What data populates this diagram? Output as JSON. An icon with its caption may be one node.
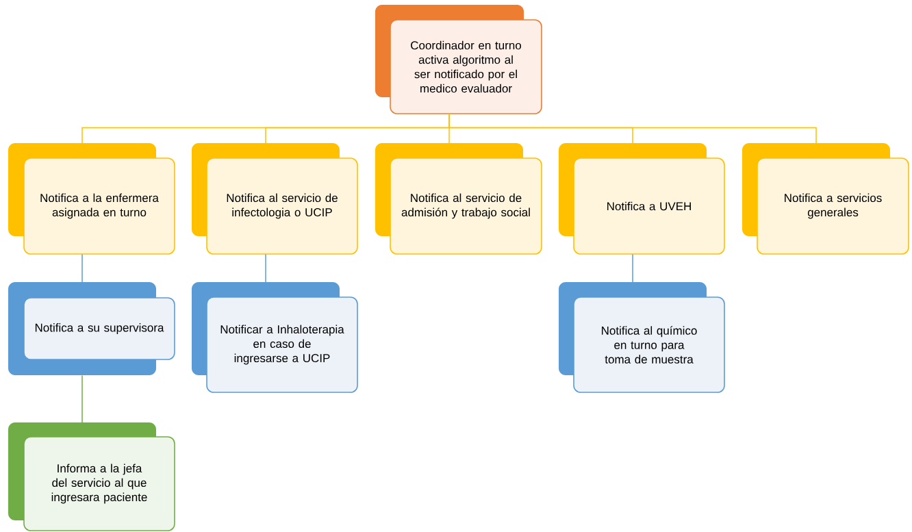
{
  "diagram": {
    "nodes": [
      {
        "text": [
          "Coordinador en turno",
          "activa algoritmo al ser notificado por el medico evaluador"
        ]
      },
      {
        "text": [
          "Notifica a la enfermera asignada en turno"
        ]
      },
      {
        "text": [
          "Notifica al servicio de infectologia o UCIP"
        ]
      },
      {
        "text": [
          "Notifica al servicio de admisión y trabajo social"
        ]
      },
      {
        "text": [
          "Notifica a UVEH"
        ]
      },
      {
        "text": [
          "Notifica a servicios generales"
        ]
      },
      {
        "text": [
          "Notifica a su supervisora"
        ]
      },
      {
        "text": [
          "Informa a la jefa del servicio al que ingresara paciente"
        ]
      },
      {
        "text": [
          "Notificar a Inhaloterapia en caso de ingresarse a UCIP"
        ]
      },
      {
        "text": [
          "Notifica al químico en turno para toma de muestra"
        ]
      }
    ],
    "edges": [
      {
        "from": 0,
        "to": 1,
        "arrow": "none"
      },
      {
        "from": 0,
        "to": 2,
        "arrow": "none"
      },
      {
        "from": 0,
        "to": 3,
        "arrow": "none"
      },
      {
        "from": 0,
        "to": 4,
        "arrow": "none"
      },
      {
        "from": 0,
        "to": 5,
        "arrow": "none"
      },
      {
        "from": 1,
        "to": 6,
        "arrow": "none",
        "color": "#5b9bd5"
      },
      {
        "from": 6,
        "to": 7,
        "arrow": "none",
        "color": "#70ad47"
      },
      {
        "from": 2,
        "to": 8,
        "arrow": "none",
        "color": "#5b9bd5"
      },
      {
        "from": 4,
        "to": 9,
        "arrow": "none",
        "color": "#5b9bd5"
      }
    ]
  }
}
